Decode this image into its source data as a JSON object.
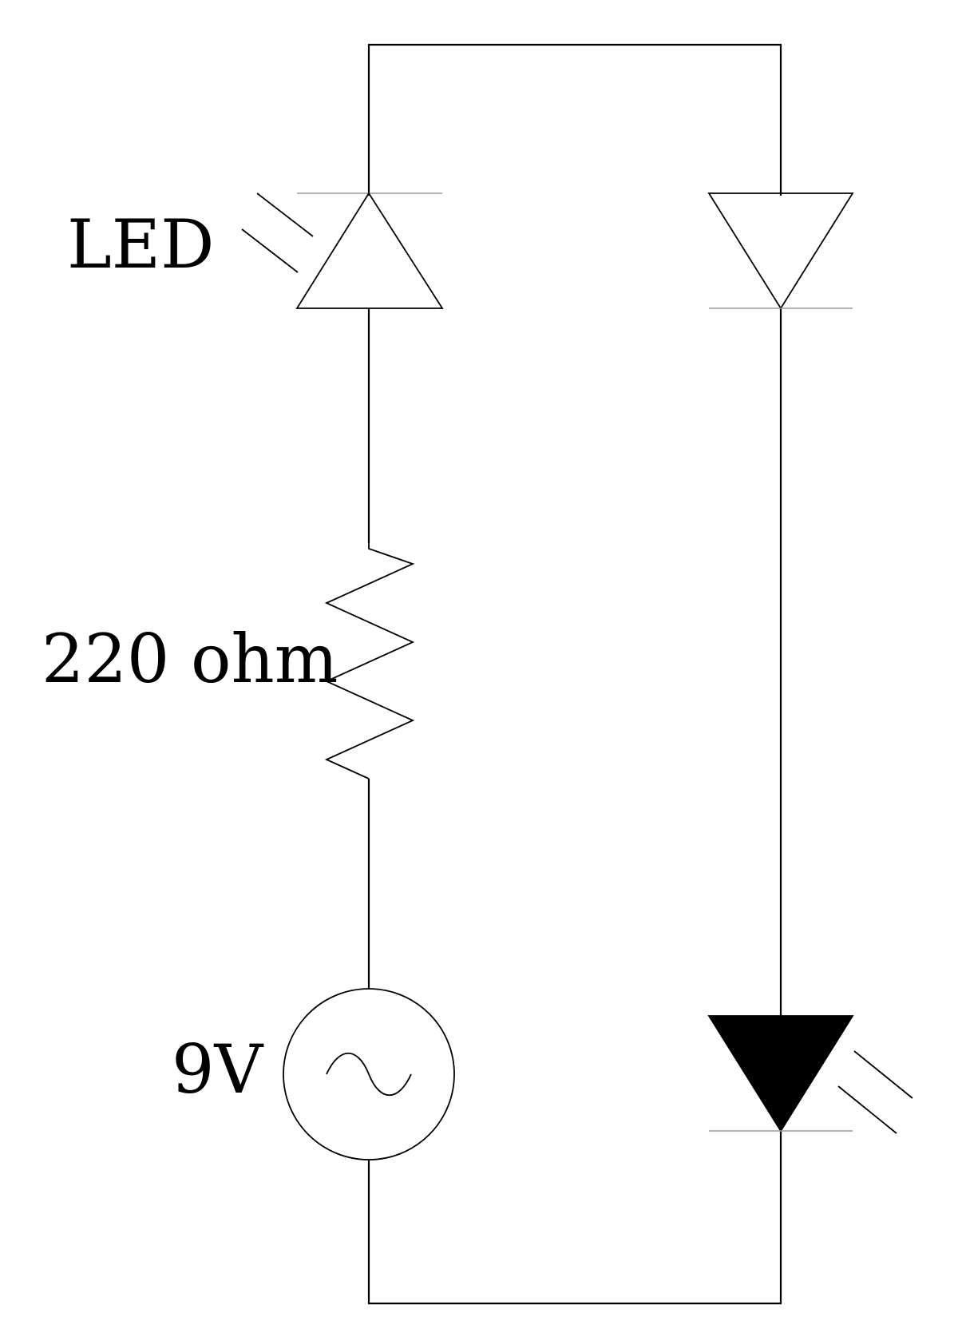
{
  "diagram": {
    "labels": {
      "led": "LED",
      "resistor": "220 ohm",
      "source": "9V"
    }
  }
}
